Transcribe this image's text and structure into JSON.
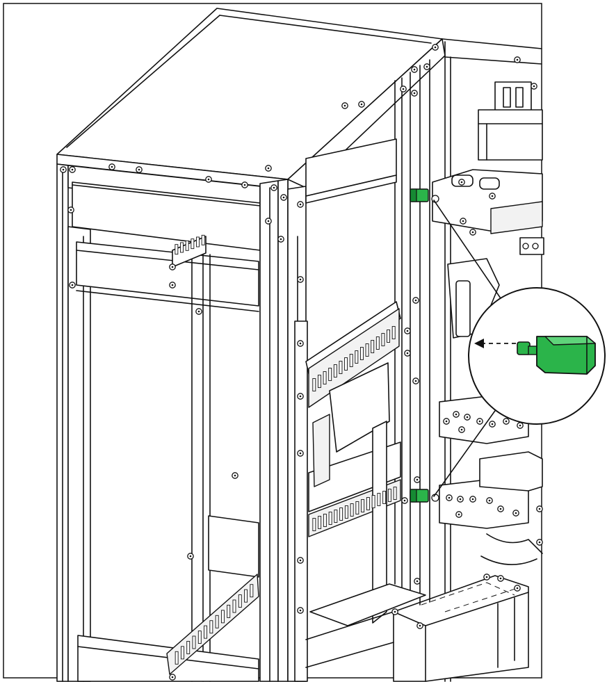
{
  "diagram": {
    "subject": "electrical-enclosure-frame",
    "colors": {
      "accent_green": "#2bb44a",
      "accent_green_dark": "#168a33",
      "line": "#111111",
      "background": "#ffffff"
    },
    "callout": {
      "arrow_direction": "left",
      "part": "green-spacer-pin"
    },
    "highlighted_parts_count": 2
  }
}
